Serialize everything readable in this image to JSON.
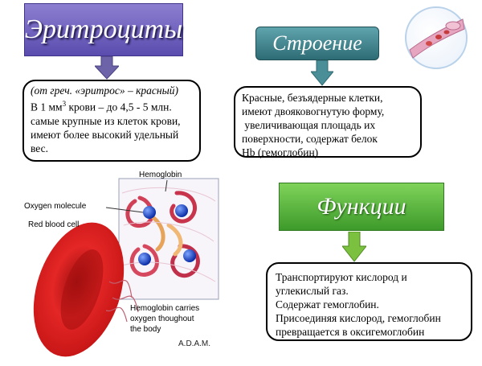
{
  "title": "Эритроциты",
  "structure": {
    "heading": "Строение",
    "lines": [
      "Красные, безъядерные клетки,",
      "имеют двояковогнутую форму,",
      " увеличивающая площадь их",
      "поверхности, содержат белок",
      "Hb (гемоглобин)"
    ]
  },
  "definition": {
    "line1": "(от греч. «эритрос» – красный)",
    "line2_pre": "В 1 мм",
    "line2_sup": "3",
    "line2_post": " крови – до 4,5 - 5 млн.",
    "lines": [
      "самые крупные из клеток крови,",
      "имеют более высокий удельный",
      "вес."
    ]
  },
  "functions": {
    "heading": "Функции",
    "lines": [
      "Транспортируют кислород и",
      "углекислый газ.",
      "Содержат гемоглобин.",
      "Присоединяя кислород, гемоглобин",
      "превращается в оксигемоглобин"
    ]
  },
  "diagram": {
    "hemoglobin_label": "Hemoglobin",
    "oxygen_label": "Oxygen molecule",
    "rbc_label": "Red blood cell",
    "caption_lines": [
      "Hemoglobin carries",
      "oxygen thoughout",
      "the body"
    ],
    "credit": "A.D.A.M."
  },
  "colors": {
    "title_bg": "#6f62c0",
    "structure_bg": "#3f8891",
    "functions_bg": "#5cb83e",
    "arrow_purple": "#6d63a8",
    "arrow_teal": "#4a8f98",
    "arrow_green": "#7cc040",
    "cell_red": "#d81c1c"
  }
}
